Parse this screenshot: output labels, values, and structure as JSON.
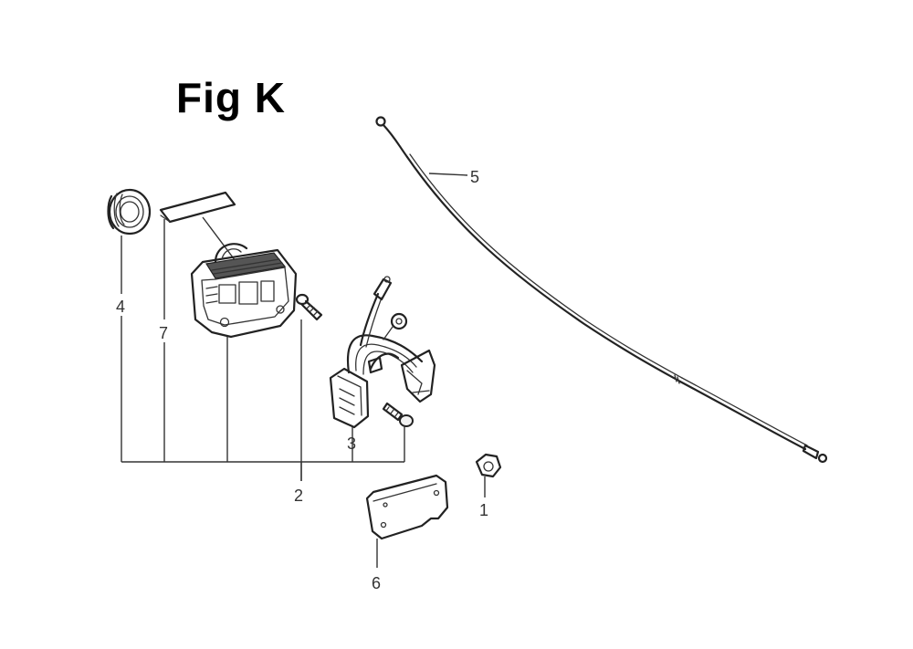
{
  "figure": {
    "title": "Fig K"
  },
  "callouts": [
    {
      "id": "1",
      "label": "1"
    },
    {
      "id": "2",
      "label": "2"
    },
    {
      "id": "3",
      "label": "3"
    },
    {
      "id": "4",
      "label": "4"
    },
    {
      "id": "5",
      "label": "5"
    },
    {
      "id": "6",
      "label": "6"
    },
    {
      "id": "7",
      "label": "7"
    }
  ],
  "colors": {
    "line": "#222222",
    "background": "#ffffff"
  }
}
